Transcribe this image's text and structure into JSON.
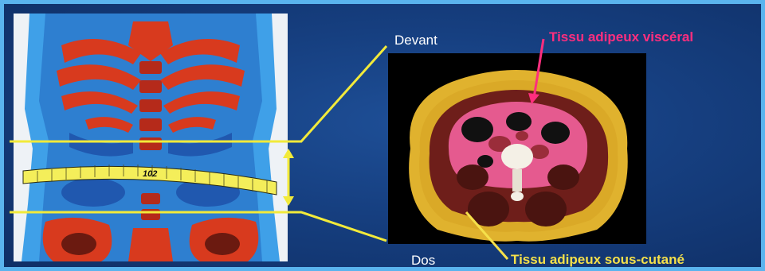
{
  "labels": {
    "front": "Devant",
    "back": "Dos",
    "visceral_fat": "Tissu adipeux viscéral",
    "subcutaneous_fat": "Tissu adipeux sous-cutané",
    "tape_measure": "102"
  },
  "colors": {
    "background": "#163f80",
    "frame": "#5ab4ee",
    "connector_lines": "#f2ea3a",
    "visceral_label": "#ff2e7e",
    "subcutaneous_label": "#f5e04a"
  },
  "icons": {
    "measure_arrow": "double-arrow-vertical"
  }
}
